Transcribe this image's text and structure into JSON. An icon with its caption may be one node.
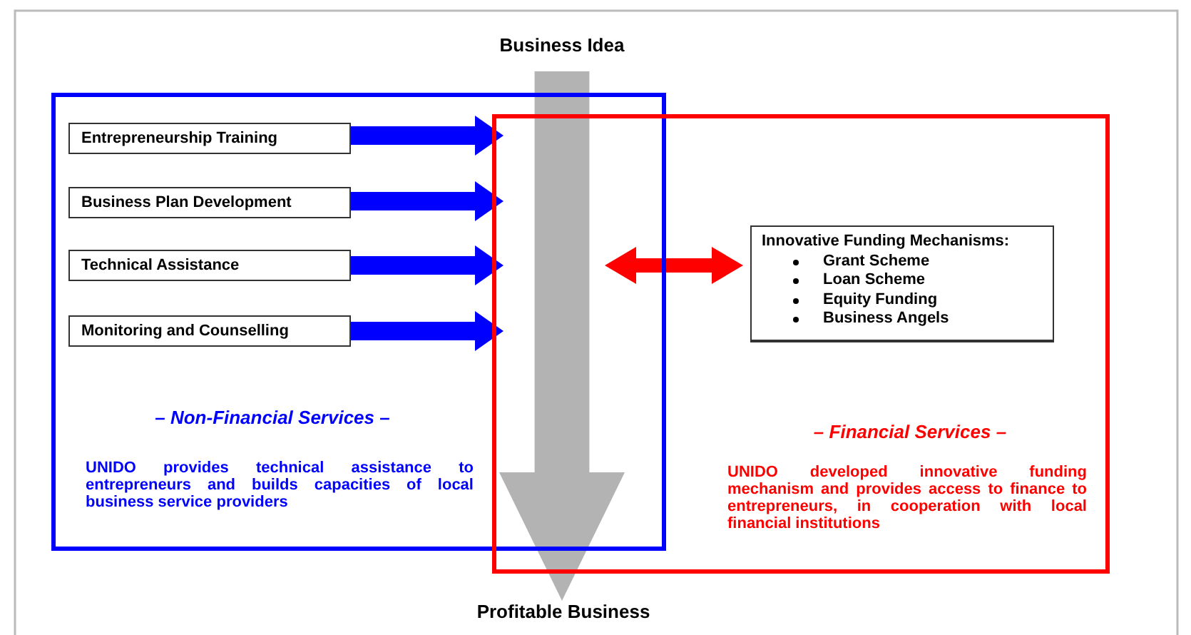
{
  "diagram": {
    "nodes": [
      {
        "text": [
          "Business Idea"
        ]
      },
      {
        "text": [
          "– Non-Financial Services –",
          "UNIDO provides technical assistance to entrepreneurs and builds capacities of local business service providers"
        ]
      },
      {
        "text": [
          "Entrepreneurship Training"
        ],
        "in": 1
      },
      {
        "text": [
          "Business Plan Development"
        ],
        "in": 1
      },
      {
        "text": [
          "Technical Assistance"
        ],
        "in": 1
      },
      {
        "text": [
          "Monitoring and Counselling"
        ],
        "in": 1
      },
      {
        "text": [
          "– Financial Services –",
          "UNIDO developed innovative funding mechanism and provides access to finance to entrepreneurs, in cooperation with local financial institutions"
        ]
      },
      {
        "text": [
          "Innovative Funding Mechanisms:",
          "Grant Scheme",
          "Loan Scheme",
          "Equity Funding",
          "Business Angels"
        ],
        "in": 6
      },
      {
        "text": [
          "Profitable Business"
        ]
      }
    ],
    "edges": [
      {
        "from": 0,
        "to": 8,
        "arrow": "to",
        "style": "thick",
        "color": "#b3b3b3"
      },
      {
        "from": 2,
        "to": 6,
        "arrow": "to",
        "color": "#0000ff"
      },
      {
        "from": 3,
        "to": 6,
        "arrow": "to",
        "color": "#0000ff"
      },
      {
        "from": 4,
        "to": 6,
        "arrow": "to",
        "color": "#0000ff"
      },
      {
        "from": 5,
        "to": 6,
        "arrow": "to",
        "color": "#0000ff"
      },
      {
        "from": 1,
        "to": 7,
        "arrow": "both",
        "color": "#ff0000"
      }
    ]
  }
}
